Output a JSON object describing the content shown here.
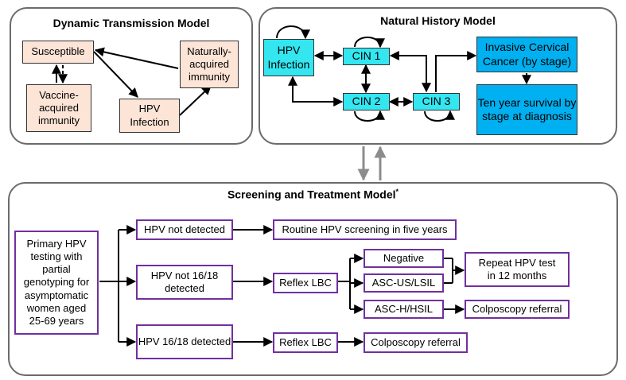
{
  "dynamic": {
    "title": "Dynamic Transmission Model",
    "susceptible": "Susceptible",
    "vaccine": "Vaccine-acquired immunity",
    "hpv_infection": "HPV Infection",
    "natural_immunity": "Naturally-acquired immunity"
  },
  "natural": {
    "title": "Natural History Model",
    "hpv_infection": "HPV Infection",
    "cin1": "CIN 1",
    "cin2": "CIN 2",
    "cin3": "CIN 3",
    "invasive": "Invasive Cervical Cancer (by stage)",
    "survival": "Ten year survival by stage at diagnosis"
  },
  "screening": {
    "title": "Screening and Treatment Model",
    "title_mark": "*",
    "primary": "Primary HPV testing with partial genotyping for asymptomatic women aged 25-69 years",
    "hpv_not_detected": "HPV not detected",
    "routine": "Routine HPV screening in five years",
    "hpv_not_1618": "HPV not 16/18 detected",
    "reflex_lbc_1": "Reflex LBC",
    "negative": "Negative",
    "ascus": "ASC-US/LSIL",
    "asch": "ASC-H/HSIL",
    "repeat": "Repeat HPV test in 12 months",
    "colpo_1": "Colposcopy referral",
    "hpv_1618": "HPV 16/18 detected",
    "reflex_lbc_2": "Reflex LBC",
    "colpo_2": "Colposcopy referral"
  },
  "colors": {
    "tan": "#fce4d6",
    "cyan": "#33e6f0",
    "blue": "#00b0f0",
    "purple": "#7030a0",
    "panel_border": "#6b6b6b"
  }
}
